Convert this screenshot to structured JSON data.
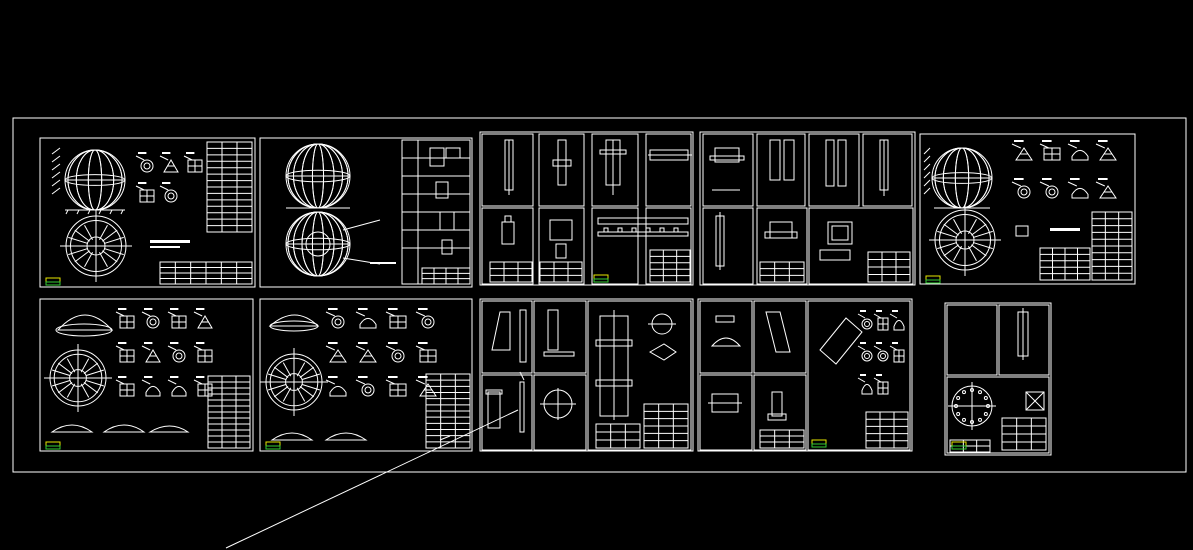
{
  "colors": {
    "background": "#000000",
    "line": "#ffffff",
    "accent_yellow": "#e6e600",
    "accent_green": "#33cc33"
  },
  "sheets": {
    "row1": [
      "sheet-a1",
      "sheet-a2",
      "sheet-a3",
      "sheet-a4",
      "sheet-a5"
    ],
    "row2": [
      "sheet-b1",
      "sheet-b2",
      "sheet-b3",
      "sheet-b4",
      "sheet-b5"
    ]
  }
}
